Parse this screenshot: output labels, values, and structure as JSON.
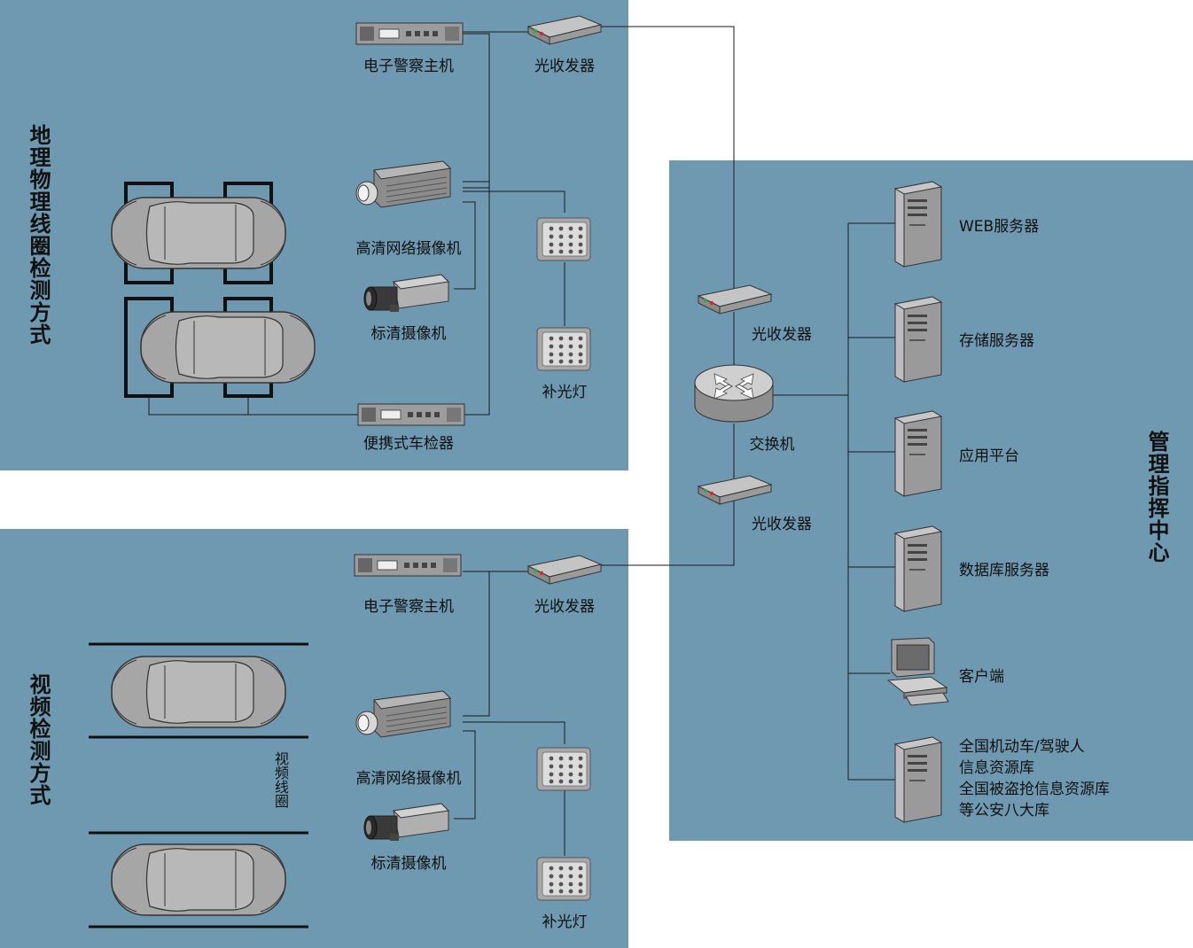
{
  "sections": {
    "loop": "地理物理线圈检测方式",
    "video": "视频检测方式",
    "center": "管理指挥中心"
  },
  "top": {
    "host": "电子警察主机",
    "transceiver": "光收发器",
    "hd_camera": "高清网络摄像机",
    "sd_camera": "标清摄像机",
    "light": "补光灯",
    "detector": "便携式车检器"
  },
  "bottom": {
    "host": "电子警察主机",
    "transceiver": "光收发器",
    "hd_camera": "高清网络摄像机",
    "sd_camera": "标清摄像机",
    "light": "补光灯",
    "video_loop": "视频线圈"
  },
  "center": {
    "transceiver_top": "光收发器",
    "switch": "交换机",
    "transceiver_bottom": "光收发器",
    "web_server": "WEB服务器",
    "storage_server": "存储服务器",
    "app_platform": "应用平台",
    "db_server": "数据库服务器",
    "client": "客户端",
    "national_db": [
      "全国机动车/驾驶人",
      "信息资源库",
      "全国被盗抢信息资源库",
      "等公安八大库"
    ]
  },
  "colors": {
    "panel": "#6e99b0",
    "line": "#1a1a1a",
    "device": "#a9a9a9"
  }
}
